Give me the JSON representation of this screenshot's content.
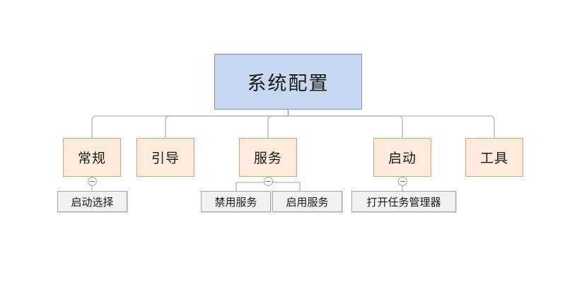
{
  "diagram": {
    "type": "tree",
    "title": "系统配置",
    "background_color": "#ffffff",
    "edge_color": "#b0b0b0",
    "root": {
      "label": "系统配置",
      "fill": "#c6d9f1",
      "border": "#7f93b5"
    },
    "branches": [
      {
        "label": "常规",
        "fill": "#fdeada",
        "border": "#e2a276",
        "collapsible": true
      },
      {
        "label": "引导",
        "fill": "#fdeada",
        "border": "#e2a276",
        "collapsible": false
      },
      {
        "label": "服务",
        "fill": "#fdeada",
        "border": "#e2a276",
        "collapsible": true
      },
      {
        "label": "启动",
        "fill": "#fdeada",
        "border": "#e2a276",
        "collapsible": true
      },
      {
        "label": "工具",
        "fill": "#fdeada",
        "border": "#e2a276",
        "collapsible": false
      }
    ],
    "leaves": [
      {
        "label": "启动选择",
        "parent": "常规",
        "fill": "#f1f1f1",
        "border": "#a6a6a6"
      },
      {
        "label": "禁用服务",
        "parent": "服务",
        "fill": "#f1f1f1",
        "border": "#a6a6a6"
      },
      {
        "label": "启用服务",
        "parent": "服务",
        "fill": "#f1f1f1",
        "border": "#a6a6a6"
      },
      {
        "label": "打开任务管理器",
        "parent": "启动",
        "fill": "#f1f1f1",
        "border": "#a6a6a6"
      }
    ],
    "collapse_symbol": "−"
  }
}
